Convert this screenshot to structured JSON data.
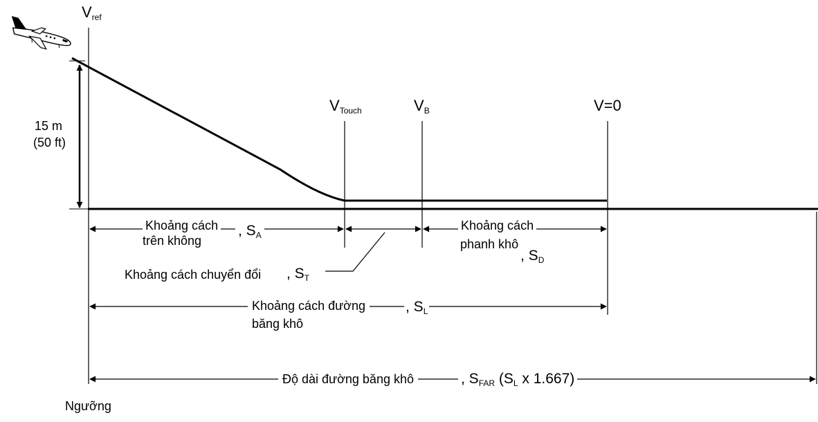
{
  "labels": {
    "vref": {
      "main": "V",
      "sub": "ref"
    },
    "vtouch": {
      "main": "V",
      "sub": "Touch"
    },
    "vb": {
      "main": "V",
      "sub": "B"
    },
    "v0": "V=0",
    "height_m": "15 m",
    "height_ft": "(50 ft)",
    "threshold": "Ngưỡng"
  },
  "segments": {
    "air": {
      "line1": "Khoảng cách",
      "line2": "trên không",
      "sym_prefix": ", S",
      "sym_sub": "A"
    },
    "transition": {
      "text": "Khoảng cách chuyển đổi",
      "sym_prefix": ", S",
      "sym_sub": "T"
    },
    "braking": {
      "line1": "Khoảng cách",
      "line2": "phanh khô",
      "sym_prefix": ", S",
      "sym_sub": "D"
    },
    "landing": {
      "line1": "Khoảng cách đường",
      "line2": "băng khô",
      "sym_prefix": ", S",
      "sym_sub": "L"
    },
    "far": {
      "text": "Độ dài đường băng khô",
      "sym_prefix": ", S",
      "sym_sub": "FAR",
      "suffix_a": " (S",
      "suffix_sub": "L",
      "suffix_b": " x 1.667)"
    }
  },
  "icons": {
    "aircraft": "jet-aircraft-icon"
  }
}
